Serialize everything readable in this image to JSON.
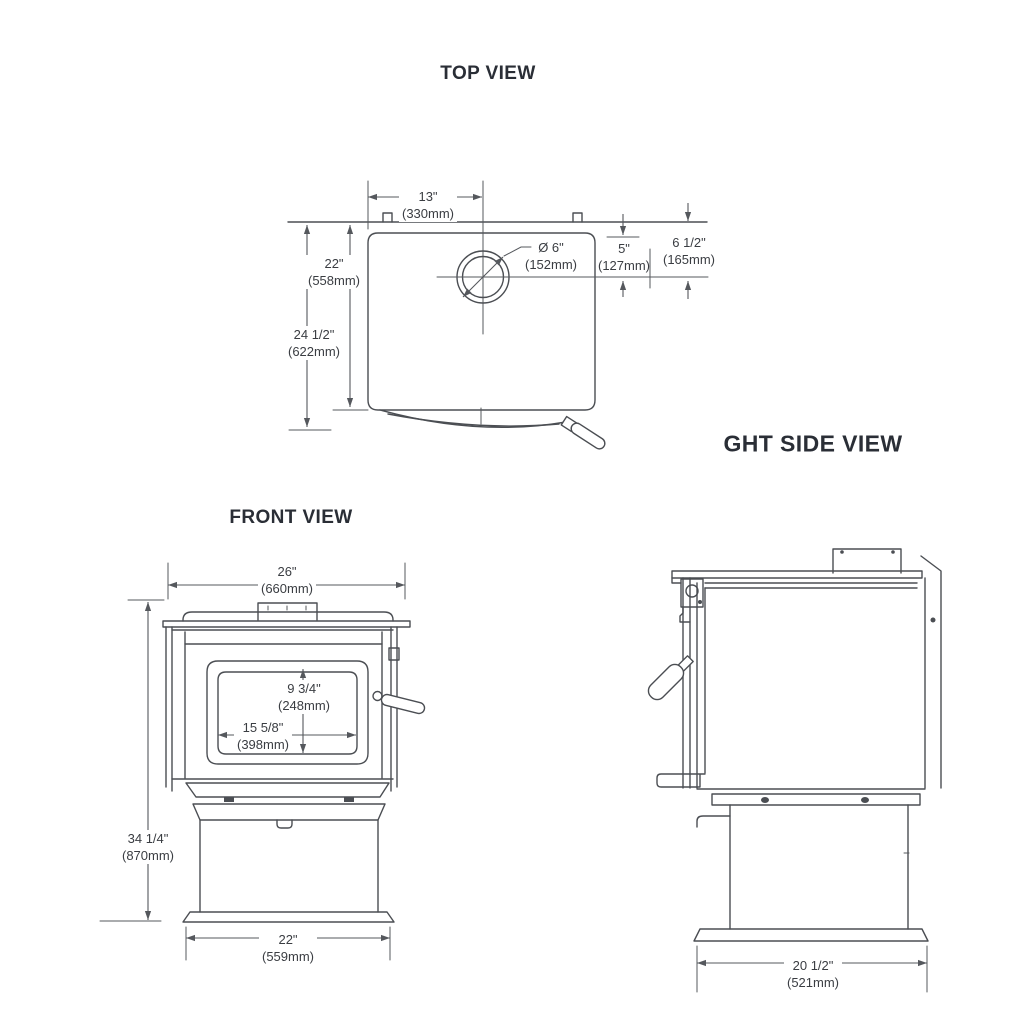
{
  "colors": {
    "background": "#ffffff",
    "line": "#4b4e53",
    "text": "#3a3d42",
    "title": "#2a2e36"
  },
  "views": {
    "top": {
      "title": "TOP VIEW",
      "dim_width": {
        "inches": "13\"",
        "mm": "(330mm)"
      },
      "dim_depth_body": {
        "inches": "22\"",
        "mm": "(558mm)"
      },
      "dim_depth_overall": {
        "inches": "24 1/2\"",
        "mm": "(622mm)"
      },
      "dim_flue_diameter": {
        "inches": "Ø 6\"",
        "mm": "(152mm)"
      },
      "dim_flue_center_offset": {
        "inches": "5\"",
        "mm": "(127mm)"
      },
      "dim_flue_center_from_edge": {
        "inches": "6 1/2\"",
        "mm": "(165mm)"
      }
    },
    "front": {
      "title": "FRONT VIEW",
      "dim_width_overall": {
        "inches": "26\"",
        "mm": "(660mm)"
      },
      "dim_glass_height": {
        "inches": "9 3/4\"",
        "mm": "(248mm)"
      },
      "dim_glass_width": {
        "inches": "15 5/8\"",
        "mm": "(398mm)"
      },
      "dim_height_overall": {
        "inches": "34 1/4\"",
        "mm": "(870mm)"
      },
      "dim_base_width": {
        "inches": "22\"",
        "mm": "(559mm)"
      }
    },
    "side": {
      "title": "GHT SIDE VIEW",
      "dim_base_depth": {
        "inches": "20 1/2\"",
        "mm": "(521mm)"
      }
    }
  }
}
